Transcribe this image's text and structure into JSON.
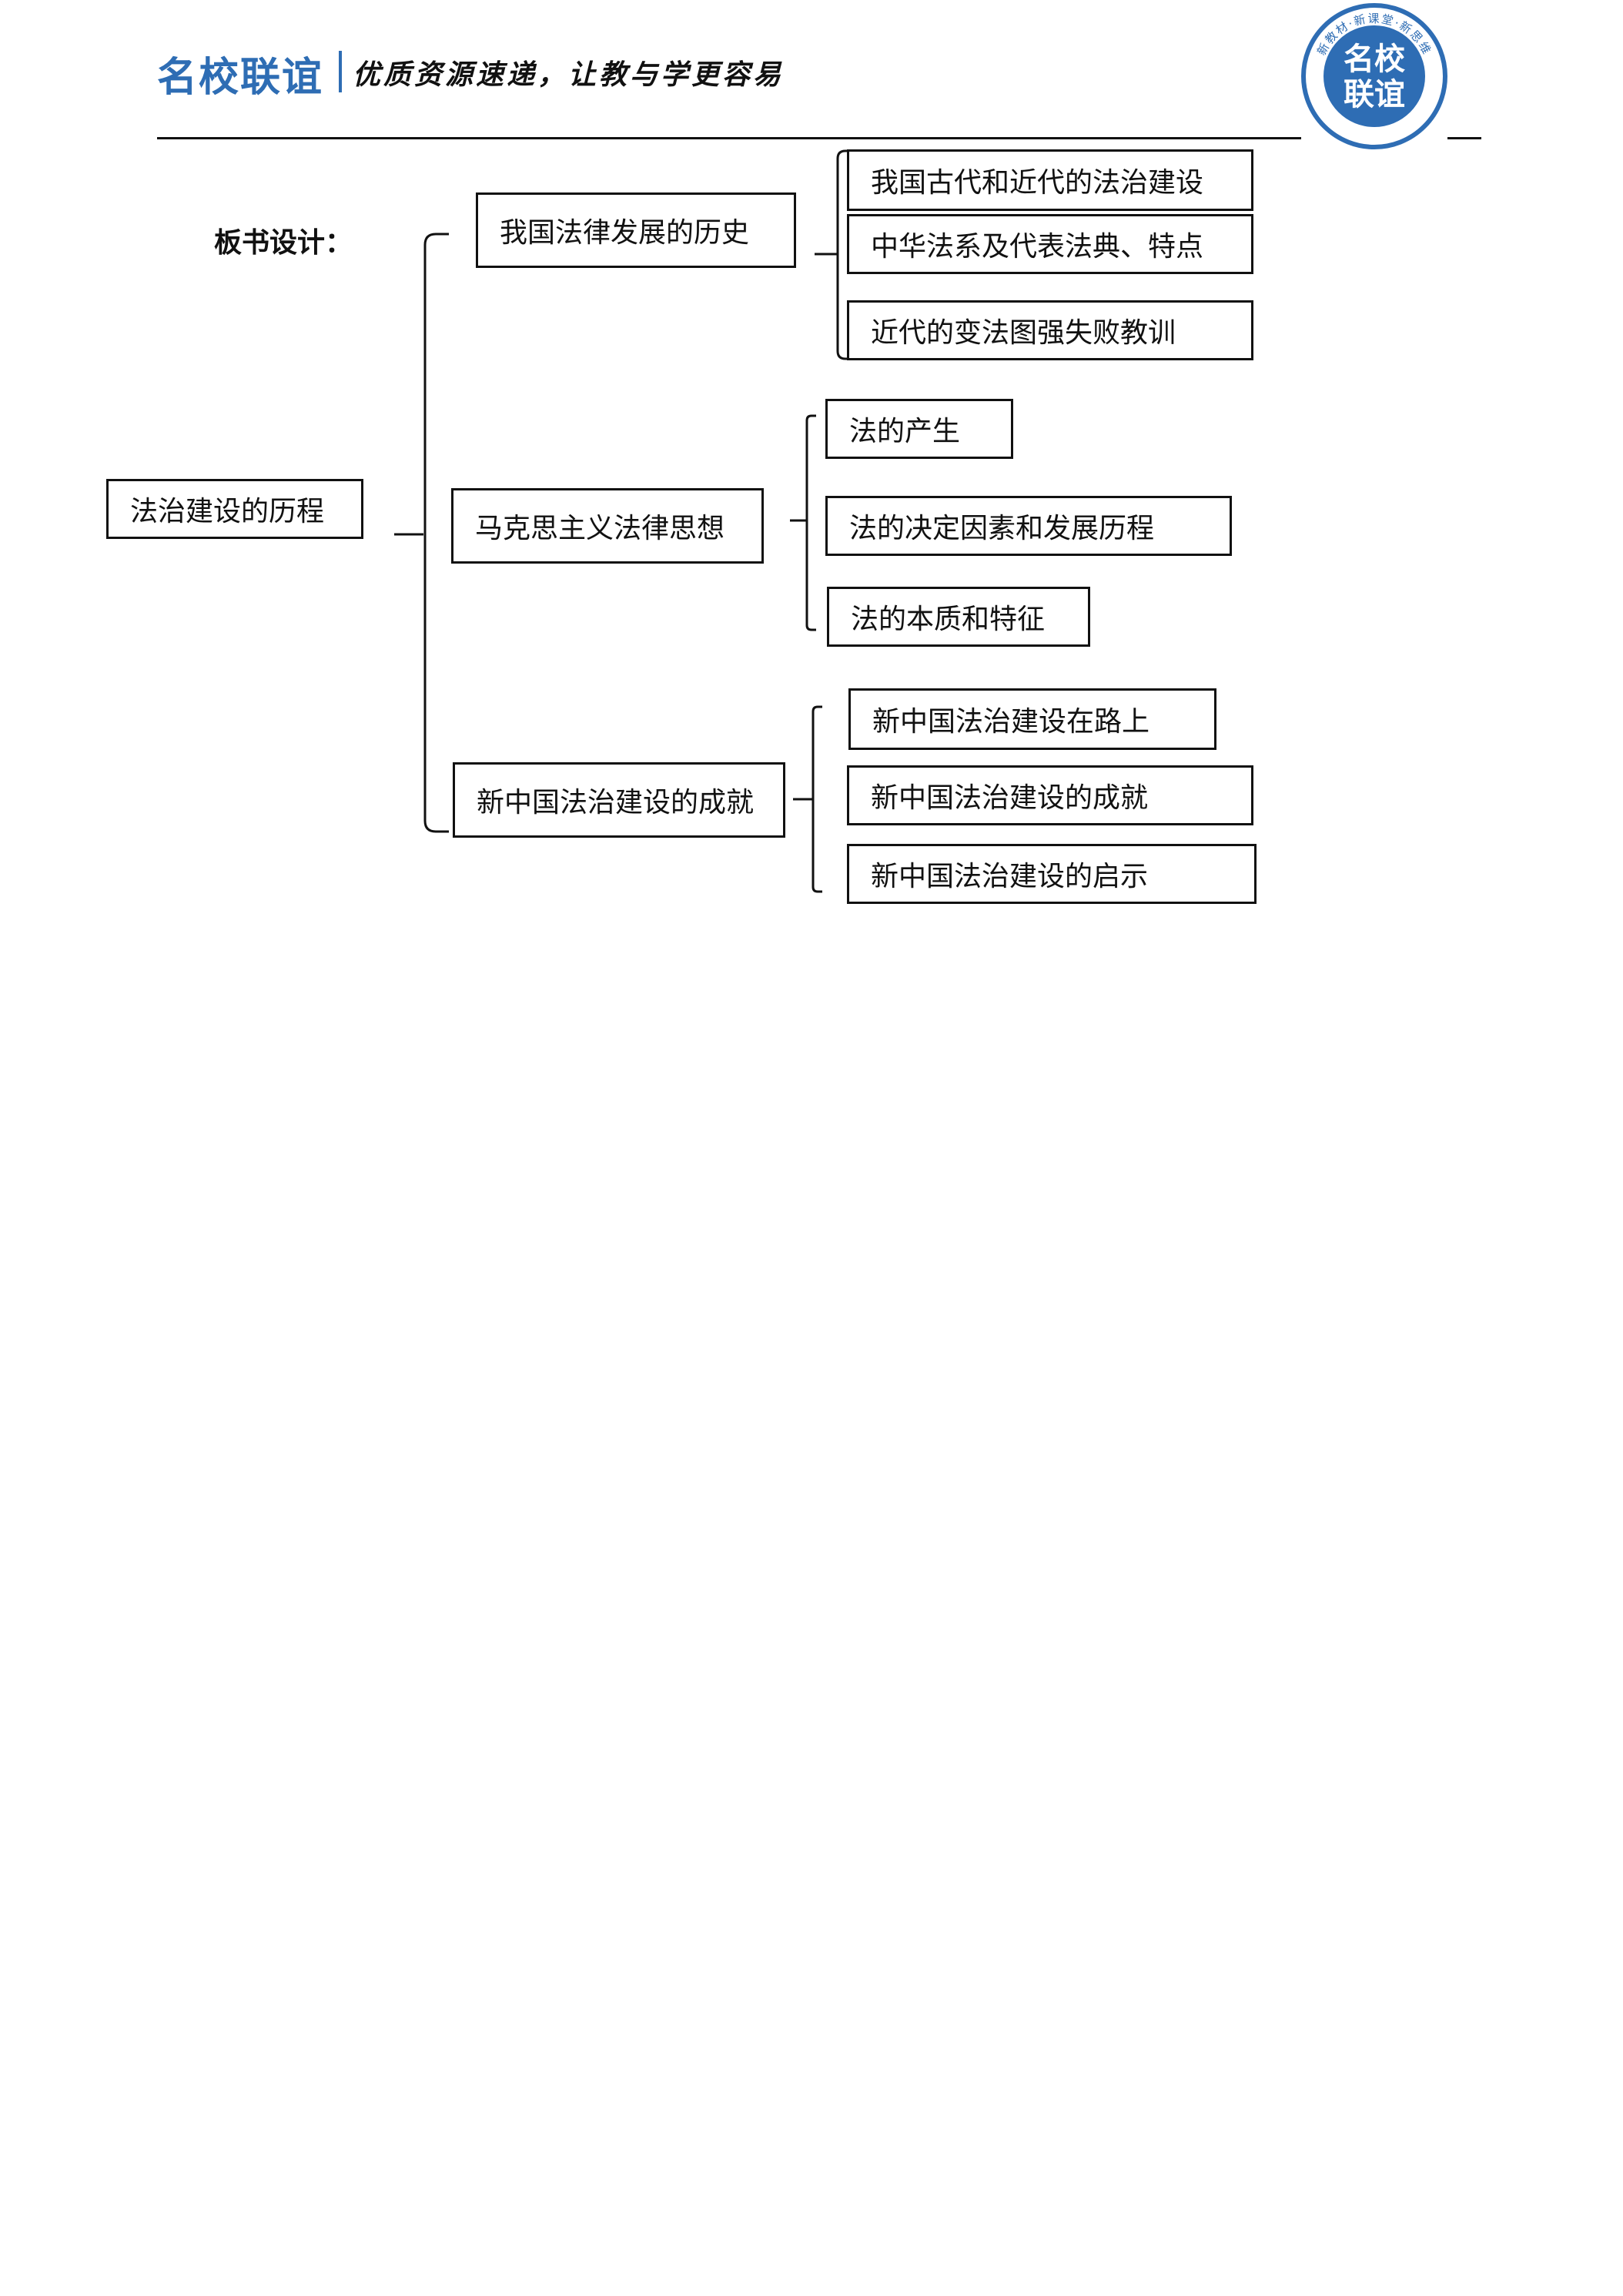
{
  "header": {
    "brand": "名校联谊",
    "slogan": "优质资源速递，让教与学更容易",
    "seal": {
      "center_text": [
        "名校",
        "联谊"
      ],
      "ring_text": "新教材·新课堂·新思维",
      "color": "#2e6db4"
    }
  },
  "board_design": {
    "heading": "板书设计：",
    "root": "法治建设的历程",
    "branches": [
      {
        "label": "我国法律发展的历史",
        "children": [
          "我国古代和近代的法治建设",
          "中华法系及代表法典、特点",
          "近代的变法图强失败教训"
        ]
      },
      {
        "label": "马克思主义法律思想",
        "children": [
          "法的产生",
          "法的决定因素和发展历程",
          "法的本质和特征"
        ]
      },
      {
        "label": "新中国法治建设的成就",
        "children": [
          "新中国法治建设在路上",
          "新中国法治建设的成就",
          "新中国法治建设的启示"
        ]
      }
    ]
  }
}
